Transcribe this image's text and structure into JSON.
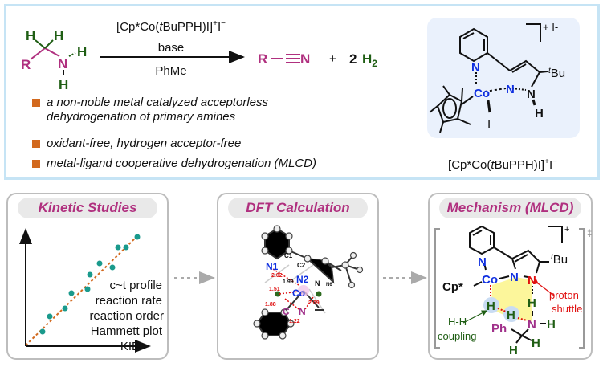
{
  "reaction": {
    "catalyst": "[Cp*Co(tBuPPH)I]+I−",
    "catalyst_parts": {
      "pre": "[Cp*Co(",
      "italic": "t",
      "post": "BuPPH)I]",
      "sup1": "+",
      "anion": "I",
      "sup2": "−"
    },
    "base": "base",
    "solvent": "PhMe",
    "substrate": {
      "R": "R",
      "N": "N",
      "H": "H"
    },
    "product": {
      "R": "R",
      "N": "N",
      "plus": "+",
      "coef": "2",
      "H2": "H",
      "H2_sub": "2"
    }
  },
  "bullets": [
    "a non-noble metal catalyzed acceptorless dehydrogenation of primary amines",
    "oxidant-free, hydrogen acceptor-free",
    "metal-ligand cooperative dehydrogenation (MLCD)"
  ],
  "catalyst_structure": {
    "atoms": {
      "N_py": "N",
      "Co": "Co",
      "N_pz": "N",
      "N_H": "N",
      "H": "H",
      "I": "I",
      "tBu_sup": "t",
      "tBu": "Bu"
    },
    "charge": "+ I-",
    "caption": {
      "pre": "[Cp*Co(",
      "italic": "t",
      "post": "BuPPH)I]",
      "sup1": "+",
      "anion": "I",
      "sup2": "−"
    }
  },
  "panels": {
    "kinetic": {
      "title": "Kinetic Studies",
      "items": [
        "c~t profile",
        "reaction rate",
        "reaction order",
        "Hammett plot",
        "KIE"
      ]
    },
    "dft": {
      "title": "DFT Calculation",
      "labels": {
        "N1": "N1",
        "C1": "C1",
        "C2": "C2",
        "N2": "N2",
        "Co": "Co",
        "C": "C",
        "N": "N",
        "Nsmall": "N",
        "N6": "N6"
      },
      "distances": [
        "2.02",
        "1.99",
        "1.51",
        "1.88",
        "2.09",
        "1.22"
      ]
    },
    "mechanism": {
      "title": "Mechanism (MLCD)",
      "atoms": {
        "N_py": "N",
        "Co": "Co",
        "N_pz": "N",
        "N_red": "N",
        "Cp": "Cp*",
        "H1": "H",
        "H2": "H",
        "H3": "H",
        "N_amine": "N",
        "NH": "H",
        "Ph": "Ph",
        "CH_a": "H",
        "CH_b": "H",
        "tBu_sup": "t",
        "tBu": "Bu"
      },
      "charge": "+",
      "ts": "‡",
      "proton_shuttle": [
        "proton",
        "shuttle"
      ],
      "hh_coupling": [
        "H-H",
        "coupling"
      ]
    }
  },
  "colors": {
    "magenta": "#b0307f",
    "green": "#1f5e14",
    "blue": "#1030e0",
    "red": "#e01010",
    "orange": "#d2691e",
    "teal": "#1a9a8c",
    "frame": "#c6e4f5"
  }
}
